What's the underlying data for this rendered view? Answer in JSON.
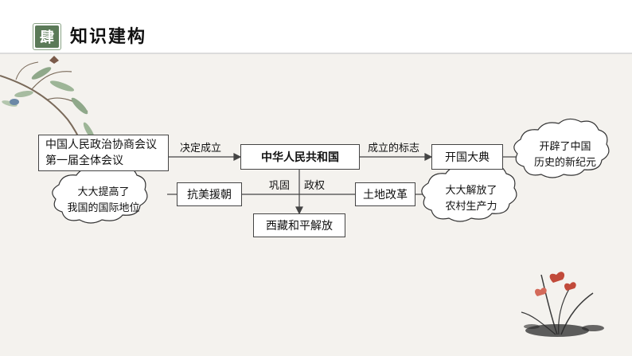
{
  "header": {
    "badge": "肆",
    "title": "知识建构"
  },
  "diagram": {
    "nodes": {
      "cppcc": "中国人民政治协商会议\n第一届全体会议",
      "prc": "中华人民共和国",
      "kaiguo": "开国大典",
      "kangmei": "抗美援朝",
      "tudi": "土地改革",
      "xizang": "西藏和平解放"
    },
    "edges": {
      "decide": "决定成立",
      "mark": "成立的标志",
      "consolidate_left": "巩固",
      "consolidate_right": "政权"
    },
    "clouds": {
      "kaiguo_note": "开辟了中国\n历史的新纪元",
      "kangmei_note": "大大提高了\n我国的国际地位",
      "tudi_note": "大大解放了\n农村生产力"
    }
  },
  "colors": {
    "badge": "#5b7a58",
    "line": "#444444",
    "background": "#f4f2ee"
  }
}
